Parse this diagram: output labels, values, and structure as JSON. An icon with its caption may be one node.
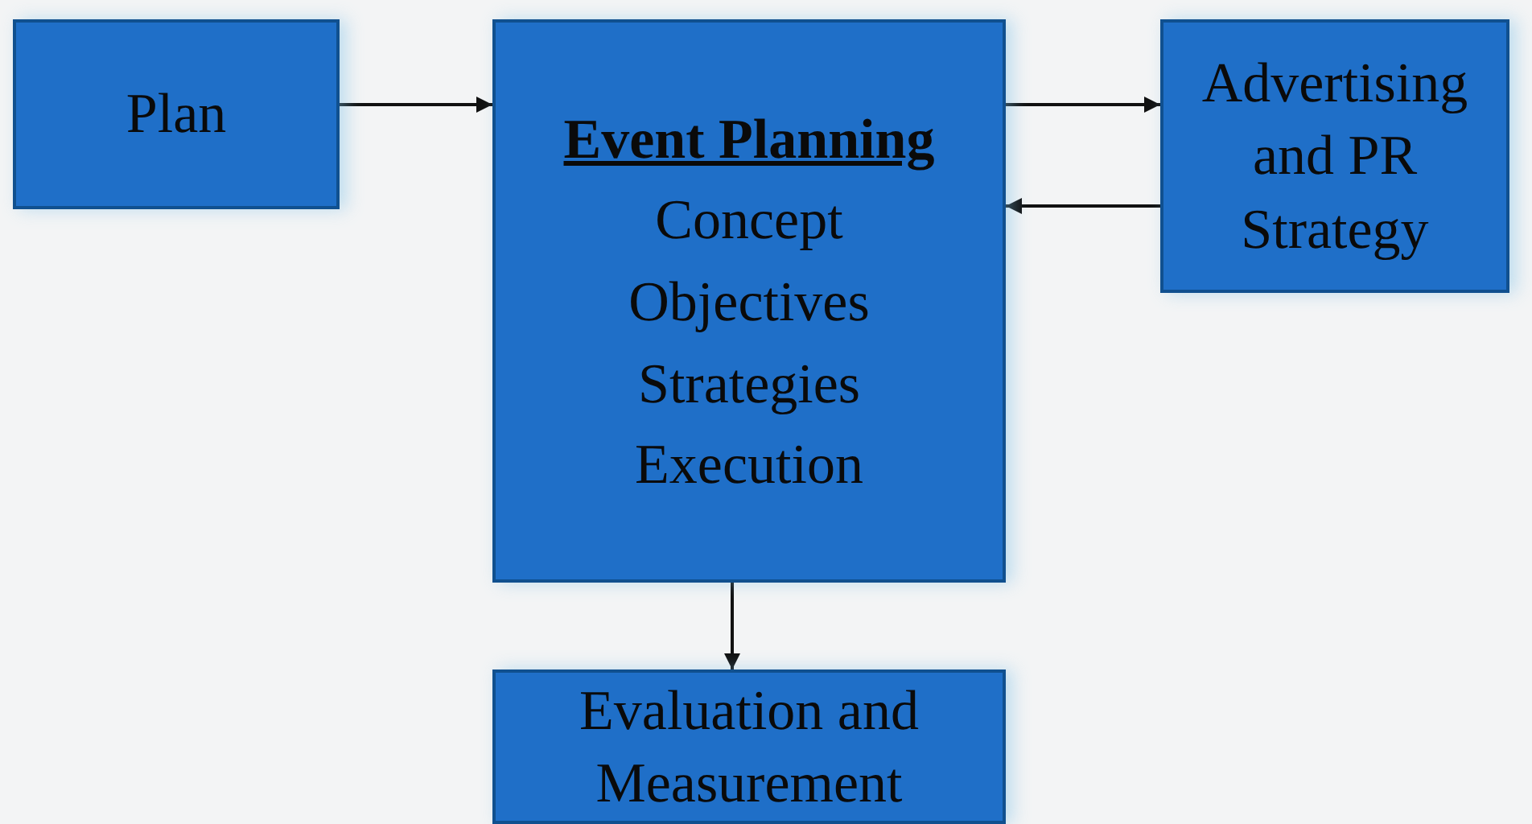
{
  "diagram": {
    "nodes": [
      {
        "text": [
          "Plan"
        ]
      },
      {
        "text": [
          "Event Planning",
          "Concept",
          "Objectives",
          "Strategies",
          "Execution"
        ]
      },
      {
        "text": [
          "Advertising and PR Strategy"
        ]
      },
      {
        "text": [
          "Evaluation and Measurement"
        ]
      }
    ],
    "edges": [
      {
        "from": 0,
        "to": 1,
        "arrow": "to"
      },
      {
        "from": 1,
        "to": 2,
        "arrow": "to"
      },
      {
        "from": 2,
        "to": 1,
        "arrow": "to"
      },
      {
        "from": 1,
        "to": 3,
        "arrow": "to"
      }
    ]
  }
}
